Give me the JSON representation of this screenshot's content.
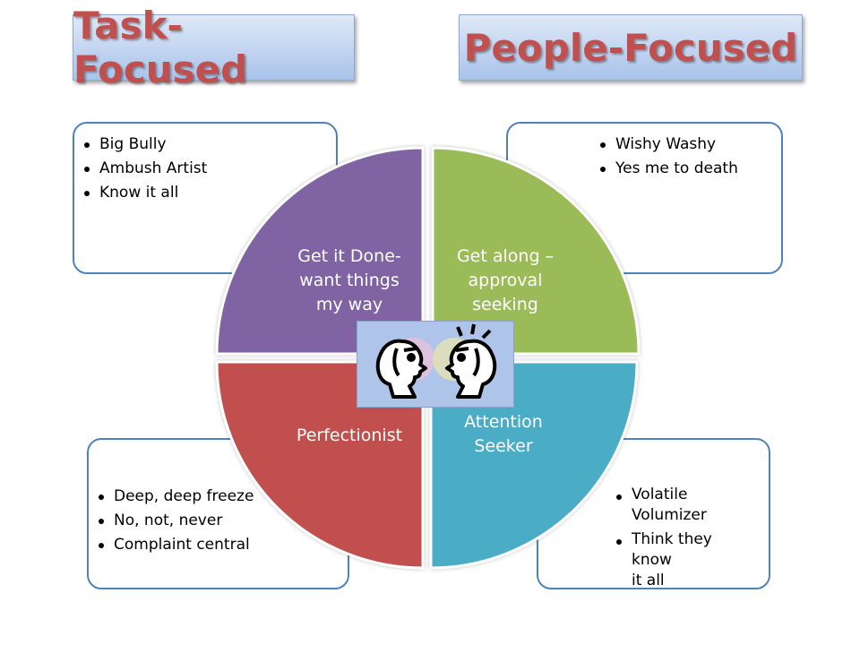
{
  "titles": {
    "left": "Task-Focused",
    "right": "People-Focused"
  },
  "quadrants": {
    "top_left": {
      "label": "Get it Done-\nwant things\nmy way",
      "color": "#8064a2"
    },
    "top_right": {
      "label": "Get along –\napproval\nseeking",
      "color": "#9bbb59"
    },
    "bottom_left": {
      "label": "Perfectionist",
      "color": "#c0504d"
    },
    "bottom_right": {
      "label": "Attention\nSeeker",
      "color": "#4bacc6"
    }
  },
  "boxes": {
    "top_left": [
      "Big Bully",
      "Ambush Artist",
      "Know it all"
    ],
    "top_right": [
      "Wishy Washy",
      "Yes me to death"
    ],
    "bottom_left": [
      "Deep, deep freeze",
      "No, not, never",
      "Complaint central"
    ],
    "bottom_right": [
      "Volatile\nVolumizer",
      "Think they know\nit all"
    ]
  },
  "colors": {
    "title_text": "#c0504d",
    "box_border": "#4f81bd",
    "center_image_bg": "#aec4e8"
  },
  "center_image": {
    "icon": "two-faces-icon"
  }
}
